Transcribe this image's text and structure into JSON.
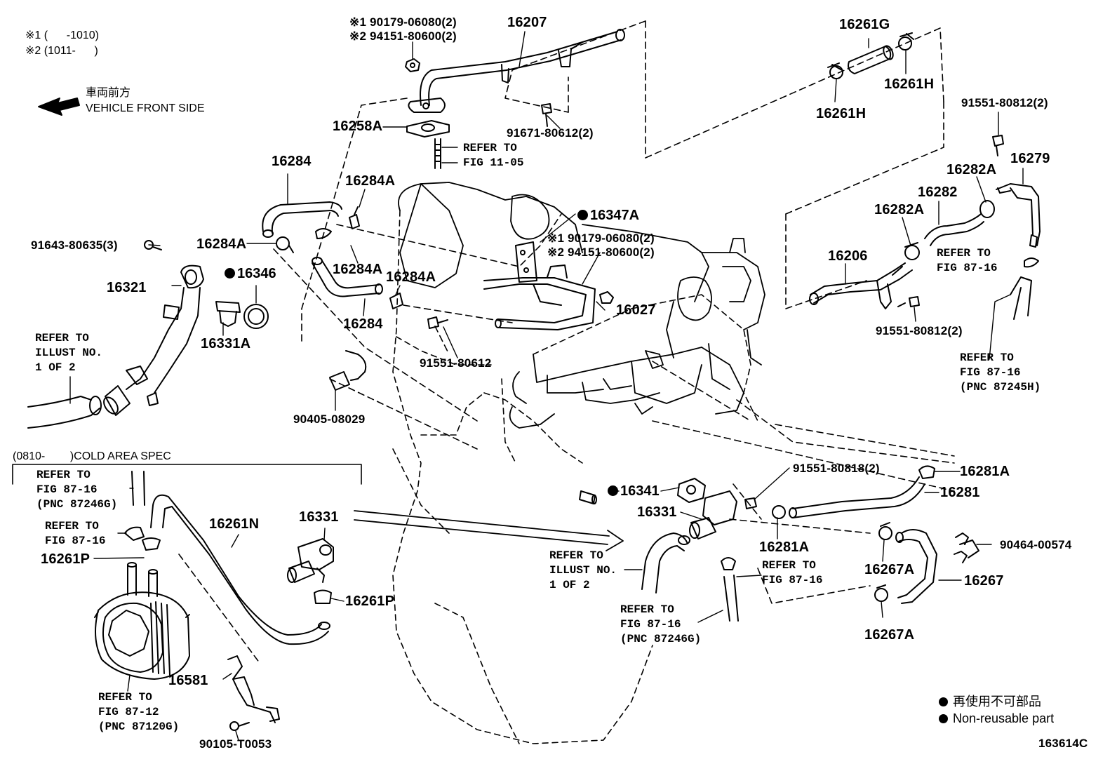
{
  "notes": {
    "variant1": "※1 (      -1010)",
    "variant2": "※2 (1011-      )",
    "front_jp": "車両前方",
    "front_en": "VEHICLE FRONT SIDE",
    "cold_area": "(0810-        )COLD AREA SPEC"
  },
  "parts": {
    "p16207": "16207",
    "p90179_a": "※1 90179-06080(2)",
    "p94151_a": "※2 94151-80600(2)",
    "p16258A": "16258A",
    "p91671": "91671-80612(2)",
    "p16261G": "16261G",
    "p16261H_top": "16261H",
    "p16261H_bot": "16261H",
    "p91551_80812_top": "91551-80812(2)",
    "p16279": "16279",
    "p16282A_top": "16282A",
    "p16282": "16282",
    "p16282A_mid": "16282A",
    "p16206": "16206",
    "p91551_80812_bot": "91551-80812(2)",
    "p16284_top": "16284",
    "p16284A_top": "16284A",
    "p16347A": "16347A",
    "p90179_b": "※1 90179-06080(2)",
    "p94151_b": "※2 94151-80600(2)",
    "p91643": "91643-80635(3)",
    "p16284A_left": "16284A",
    "p16346": "16346",
    "p16321": "16321",
    "p16284A_mid": "16284A",
    "p16284A_mid2": "16284A",
    "p16027": "16027",
    "p16284_mid": "16284",
    "p16331A": "16331A",
    "p91551_80612": "91551-80612",
    "p90405": "90405-08029",
    "p91551_80818": "91551-80818(2)",
    "p16281A_top": "16281A",
    "p16341": "16341",
    "p16281": "16281",
    "p16331_right": "16331",
    "p16281A_bot": "16281A",
    "p16267A_top": "16267A",
    "p90464": "90464-00574",
    "p16267": "16267",
    "p16267A_bot": "16267A",
    "p16261N": "16261N",
    "p16331_left": "16331",
    "p16261P_left": "16261P",
    "p16261P_right": "16261P",
    "p16581": "16581",
    "p90105": "90105-T0053"
  },
  "refs": {
    "r_fig1105": "REFER TO\nFIG 11-05",
    "r_87_16_top_right": "REFER TO\nFIG 87-16",
    "r_87245H": "REFER TO\nFIG 87-16\n(PNC 87245H)",
    "r_illust_left": "REFER TO\nILLUST NO.\n1 OF 2",
    "r_87246G_left": "REFER TO\nFIG 87-16\n(PNC 87246G)",
    "r_87_16_left": "REFER TO\nFIG 87-16",
    "r_87120G": "REFER TO\nFIG 87-12\n(PNC 87120G)",
    "r_illust_right": "REFER TO\nILLUST NO.\n1 OF 2",
    "r_87_16_mid": "REFER TO\nFIG 87-16",
    "r_87246G_bottom": "REFER TO\nFIG 87-16\n(PNC 87246G)"
  },
  "legend": {
    "jp": "再使用不可部品",
    "en": "Non-reusable part"
  },
  "figure_id": "163614C"
}
